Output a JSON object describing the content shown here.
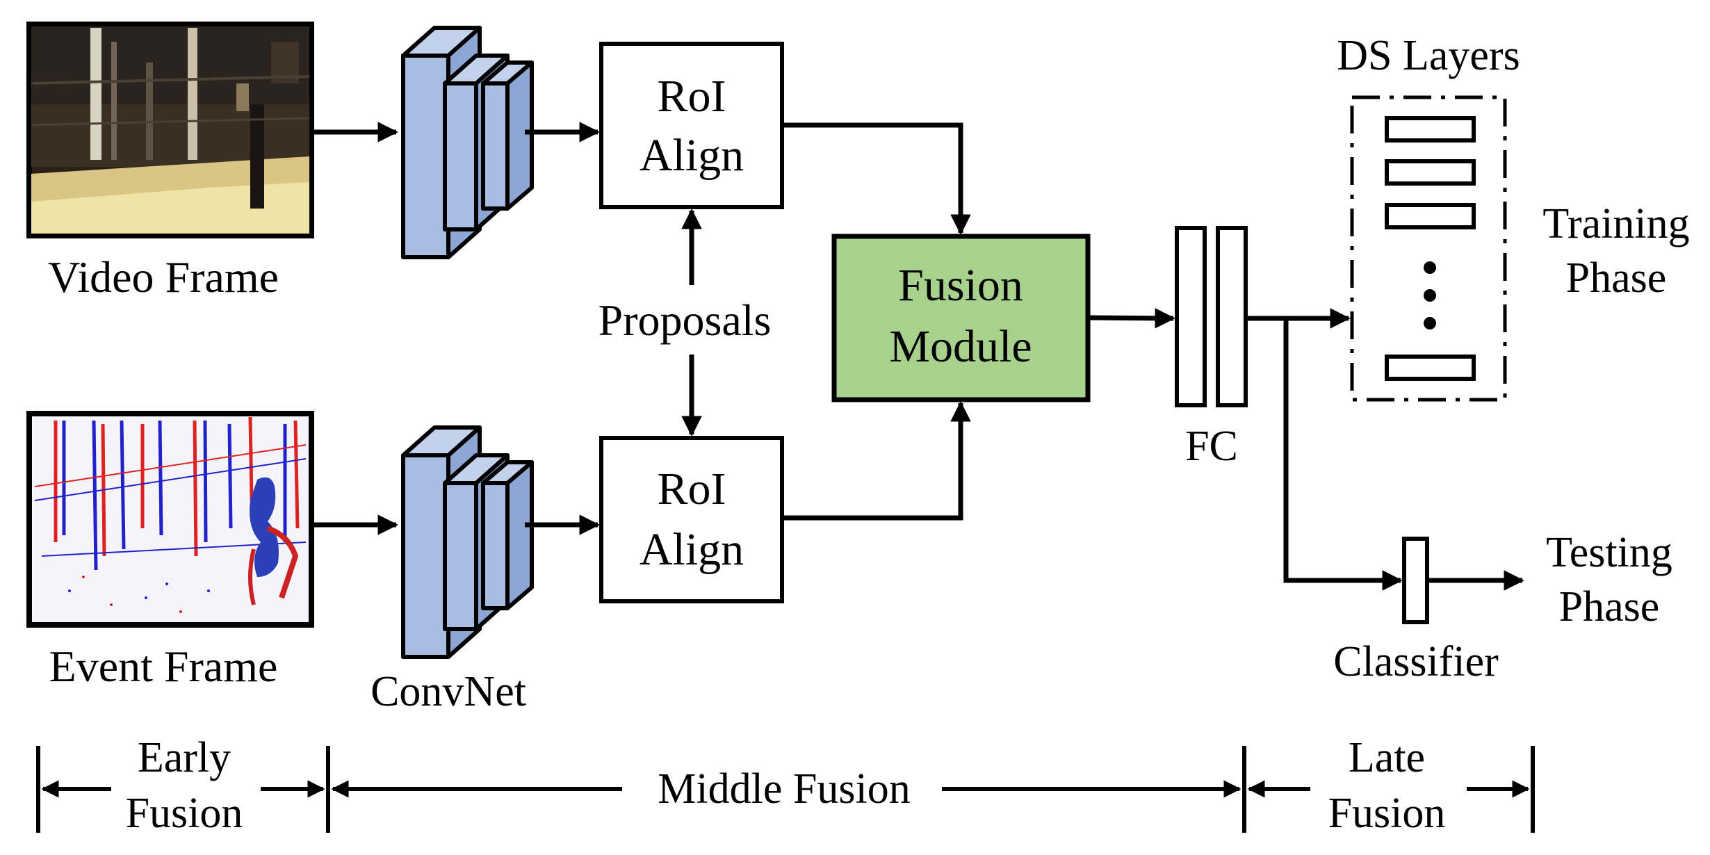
{
  "labels": {
    "video_frame": "Video Frame",
    "event_frame": "Event Frame",
    "convnet": "ConvNet",
    "proposals": "Proposals",
    "roi_align_top_line1": "RoI",
    "roi_align_top_line2": "Align",
    "roi_align_bottom_line1": "RoI",
    "roi_align_bottom_line2": "Align",
    "fusion_module_line1": "Fusion",
    "fusion_module_line2": "Module",
    "fc": "FC",
    "ds_layers": "DS Layers",
    "training_phase_line1": "Training",
    "training_phase_line2": "Phase",
    "testing_phase_line1": "Testing",
    "testing_phase_line2": "Phase",
    "classifier": "Classifier"
  },
  "fusion_stages": {
    "early_line1": "Early",
    "early_line2": "Fusion",
    "middle": "Middle Fusion",
    "late_line1": "Late",
    "late_line2": "Fusion"
  },
  "colors": {
    "convnet_fill": "#a9bde2",
    "convnet_side": "#8ea6d4",
    "fusion_module_fill": "#a9d18e",
    "stroke": "#000000"
  }
}
